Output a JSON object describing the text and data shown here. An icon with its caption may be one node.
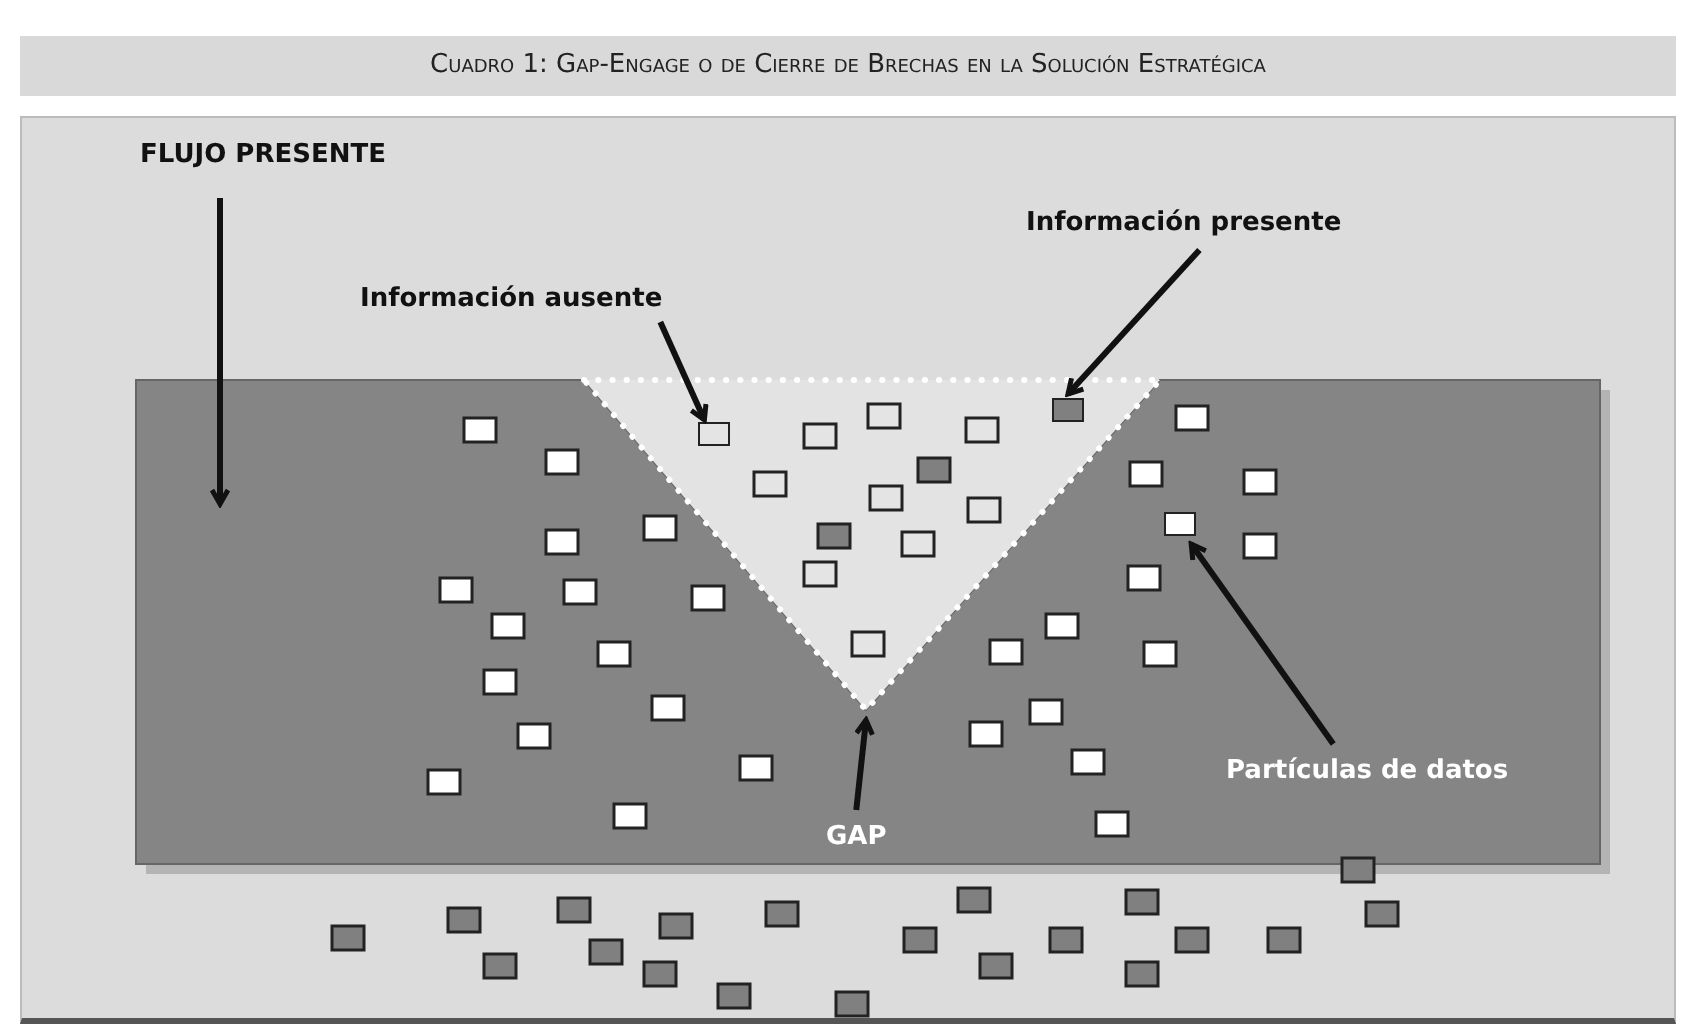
{
  "diagram": {
    "title": "Cuadro 1: Gap-Engage o de Cierre de Brechas en la Solución Estratégica",
    "nodes": [
      {
        "text": [
          "FLUJO PRESENTE"
        ]
      },
      {
        "text": [],
        "shape": "box"
      },
      {
        "text": [
          "Información ausente"
        ]
      },
      {
        "text": [],
        "shape": "box"
      },
      {
        "text": [
          "Información presente"
        ]
      },
      {
        "text": [],
        "shape": "box"
      },
      {
        "text": [
          "GAP"
        ],
        "in": 1
      },
      {
        "text": [
          "Partículas de datos"
        ],
        "in": 1
      },
      {
        "text": [],
        "shape": "box",
        "in": 1
      }
    ],
    "edges": [
      {
        "from": 0,
        "to": 1,
        "arrow": "to"
      },
      {
        "from": 2,
        "to": 3,
        "arrow": "to"
      },
      {
        "from": 4,
        "to": 5,
        "arrow": "to"
      },
      {
        "from": 6,
        "to": null,
        "arrow": "to"
      },
      {
        "from": 7,
        "to": 8,
        "arrow": "to"
      }
    ]
  }
}
